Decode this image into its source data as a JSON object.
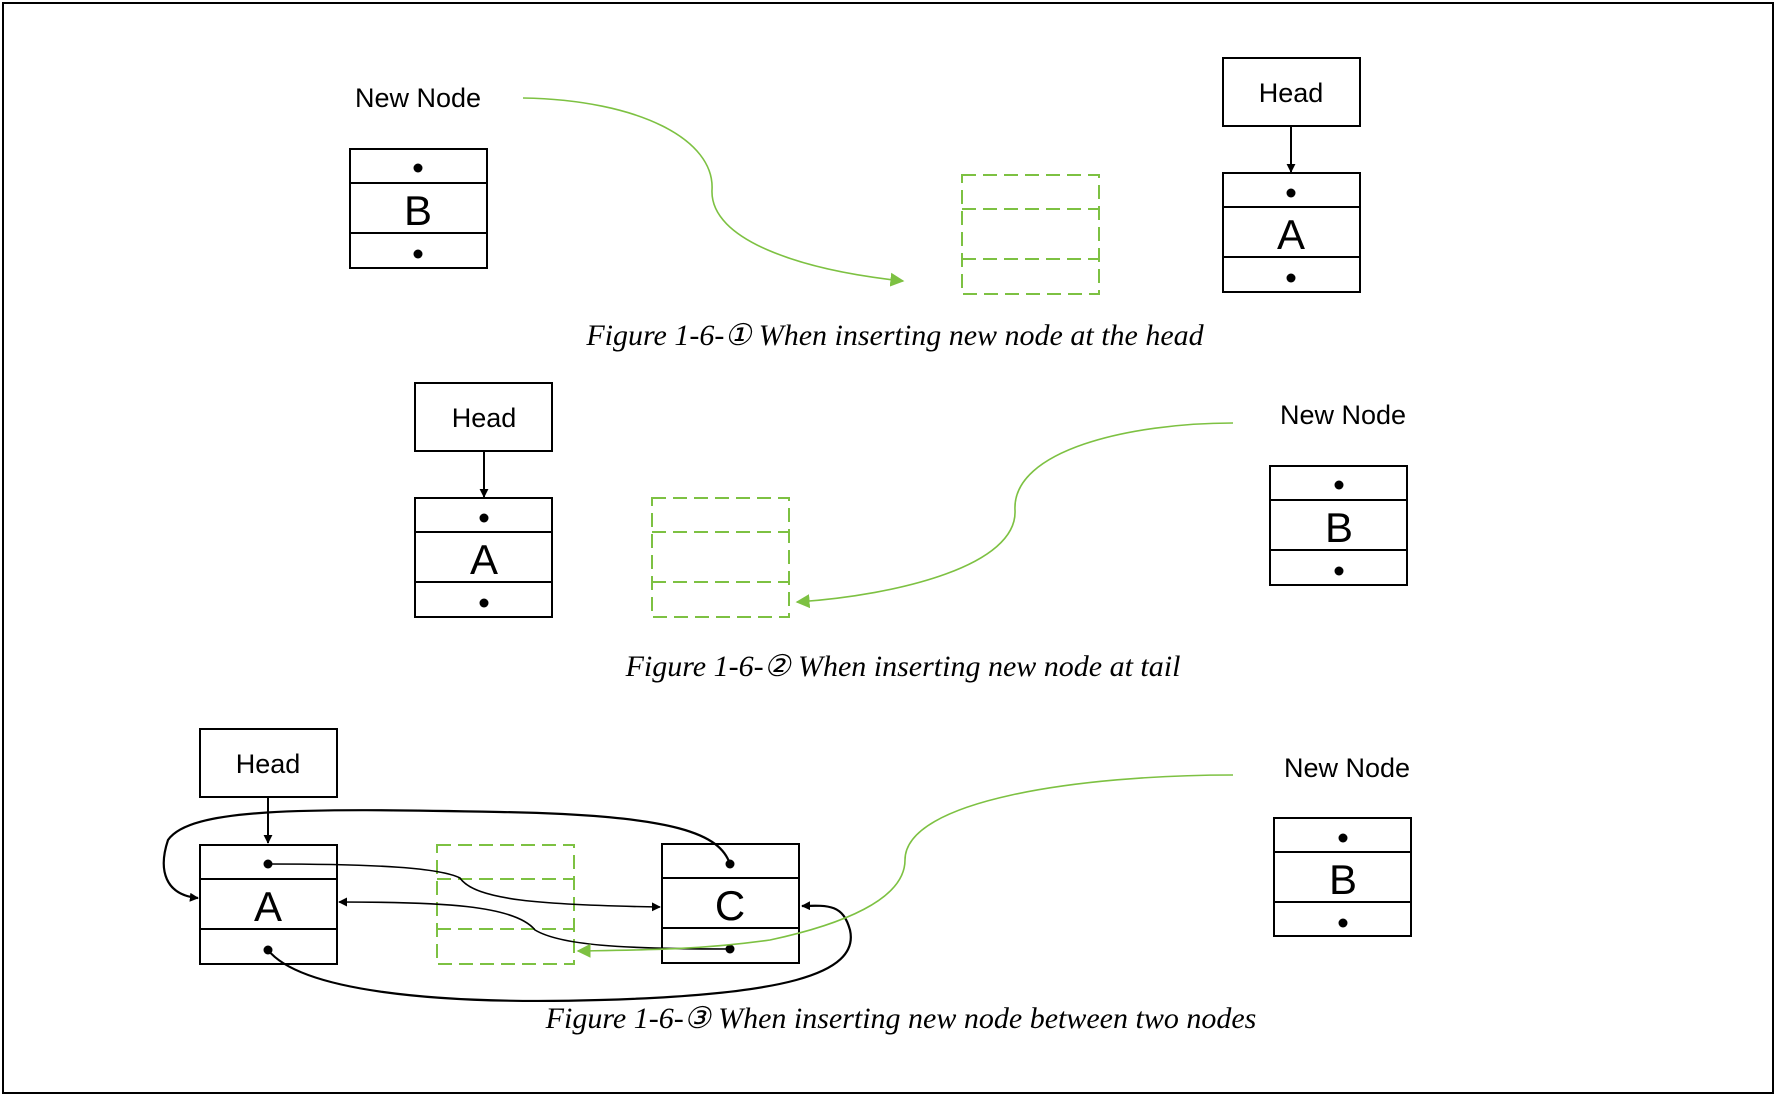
{
  "colors": {
    "new_node_arrow": "#7dc142",
    "placeholder": "#7dc142",
    "ink": "#000000"
  },
  "labels": {
    "new_node": "New Node",
    "head": "Head",
    "node_a": "A",
    "node_b": "B",
    "node_c": "C"
  },
  "captions": {
    "fig1": "Figure 1-6-① When inserting new node at the head",
    "fig2": "Figure 1-6-② When inserting new node at tail",
    "fig3": "Figure 1-6-③ When inserting new node between two nodes"
  }
}
